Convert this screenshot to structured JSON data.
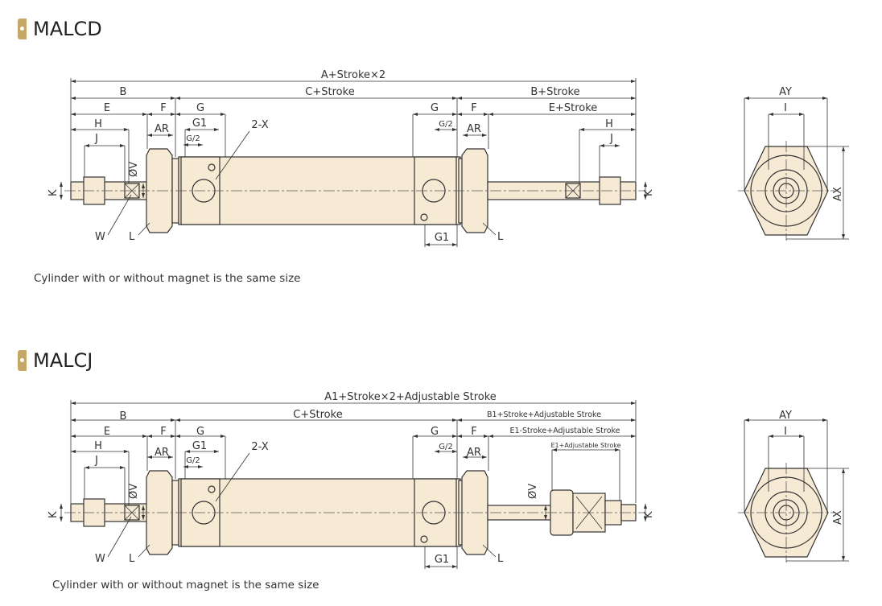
{
  "sections": [
    {
      "title": "MALCD",
      "caption": "Cylinder with or without magnet is the same size",
      "labels": {
        "total": "A+Stroke×2",
        "B": "B",
        "C": "C+Stroke",
        "B_right": "B+Stroke",
        "E": "E",
        "F": "F",
        "G": "G",
        "G_right": "G",
        "F_right": "F",
        "E_right": "E+Stroke",
        "H": "H",
        "AR": "AR",
        "G1": "G1",
        "G2": "G/2",
        "G2_right": "G/2",
        "AR_right": "AR",
        "H_right": "H",
        "J": "J",
        "G2_left": "G/2",
        "J_right": "J",
        "port": "2-X",
        "OV": "ØV",
        "K": "K",
        "K_right": "K",
        "W": "W",
        "L": "L",
        "L_right": "L",
        "G1_bottom": "G1",
        "AY": "AY",
        "I": "I",
        "AX": "AX"
      }
    },
    {
      "title": "MALCJ",
      "caption": "Cylinder with or without magnet is the same size",
      "labels": {
        "total": "A1+Stroke×2+Adjustable Stroke",
        "B": "B",
        "C": "C+Stroke",
        "B_right": "B1+Stroke+Adjustable Stroke",
        "E": "E",
        "F": "F",
        "G": "G",
        "G_right": "G",
        "F_right": "F",
        "E_right": "E1-Stroke+Adjustable Stroke",
        "H": "H",
        "AR": "AR",
        "G1": "G1",
        "G2": "G/2",
        "G2_right": "G/2",
        "AR_right": "AR",
        "E1_adj": "E1+Adjustable Stroke",
        "J": "J",
        "G2_left": "G/2",
        "port": "2-X",
        "OV": "ØV",
        "OV_right": "ØV",
        "K": "K",
        "K_right": "K",
        "W": "W",
        "L": "L",
        "L_right": "L",
        "G1_bottom": "G1",
        "AY": "AY",
        "I": "I",
        "AX": "AX"
      }
    }
  ],
  "colors": {
    "accent": "#c7a768",
    "body_fill": "#f6ead4"
  }
}
